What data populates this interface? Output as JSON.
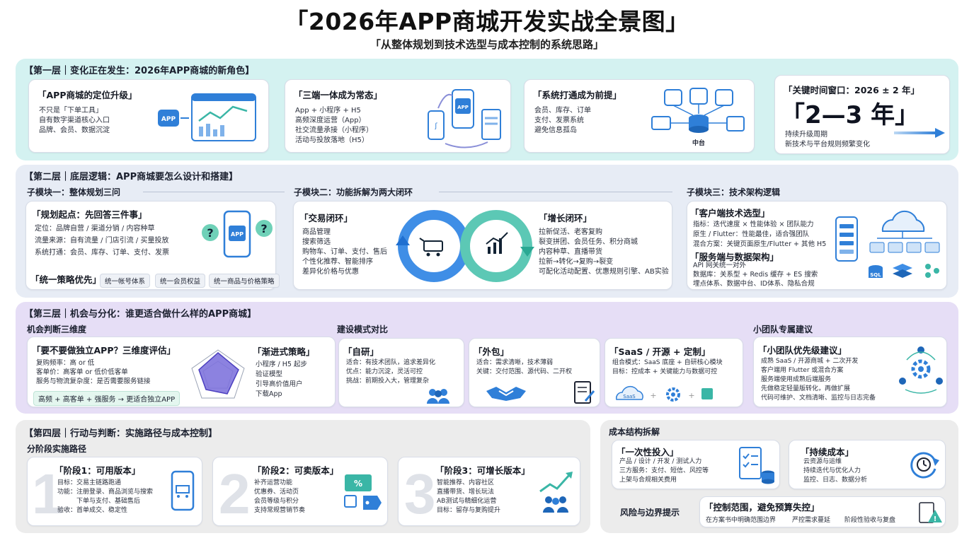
{
  "header": {
    "title": "「2026年APP商城开发实战全景图」",
    "subtitle": "「从整体规划到技术选型与成本控制的系统思路」"
  },
  "layer1": {
    "heading": "【第一层｜变化正在发生：2026年APP商城的新角色】",
    "cards": [
      {
        "title": "「APP商城的定位升级」",
        "lines": [
          "不只是「下单工具」",
          "自有数字渠道核心入口",
          "品牌、会员、数据沉淀"
        ],
        "icon_label": "APP"
      },
      {
        "title": "「三端一体成为常态」",
        "lines": [
          "App + 小程序 + H5",
          "高频深度运营（App）",
          "社交流量承接（小程序）",
          "活动与投放落地（H5）"
        ],
        "icon_label": "APP"
      },
      {
        "title": "「系统打通成为前提」",
        "lines": [
          "会员、库存、订单",
          "支付、发票系统",
          "避免信息孤岛"
        ],
        "icon_label": "中台"
      }
    ],
    "window": {
      "title": "「关键时间窗口：2026 ± 2 年」",
      "big": "「2—3 年」",
      "lines": [
        "持续升级周期",
        "新技术与平台规则频繁变化"
      ]
    }
  },
  "layer2": {
    "heading": "【第二层｜底层逻辑：APP商城要怎么设计和搭建】",
    "modules": [
      "子模块一：整体规划三问",
      "子模块二：功能拆解为两大闭环",
      "子模块三：技术架构逻辑"
    ],
    "plan": {
      "title": "「规划起点：先回答三件事」",
      "lines": [
        "定位：品牌自营 / 渠道分销 / 内容种草",
        "流量来源：自有流量 / 门店引流 / 买量投放",
        "系统打通：会员、库存、订单、支付、发票"
      ],
      "unify_title": "「统一策略优先」",
      "chips": [
        "统一帐号体系",
        "统一会员权益",
        "统一商品与价格策略"
      ],
      "icon_label": "APP"
    },
    "trade": {
      "title": "「交易闭环」",
      "lines": [
        "商品管理",
        "搜索筛选",
        "购物车、订单、支付、售后",
        "个性化推荐、智能排序",
        "差异化价格与优惠"
      ]
    },
    "growth": {
      "title": "「增长闭环」",
      "lines": [
        "拉新促活、老客复购",
        "裂变拼团、会员任务、积分商城",
        "内容种草、直播带货",
        "拉新→转化→复购→裂变",
        "可配化活动配置、优惠规则引擎、AB实验"
      ]
    },
    "tech": {
      "title": "「客户端技术选型」",
      "lines": [
        "指标：迭代速度 × 性能体验 × 团队能力",
        "原生 / Flutter：性能最佳，适合强团队",
        "混合方案：关键页面原生/Flutter + 其他 H5"
      ],
      "title2": "「服务端与数据架构」",
      "lines2": [
        "API 网关统一对外",
        "数据库：关系型 + Redis 缓存 + ES 搜索",
        "埋点体系、数据中台、ID体系、隐私合规"
      ],
      "icon_label": "SQL"
    }
  },
  "layer3": {
    "heading": "【第三层｜机会与分化：谁更适合做什么样的APP商城】",
    "sec1": "机会判断三维度",
    "sec2": "建设模式对比",
    "sec3": "小团队专属建议",
    "eval": {
      "title": "「要不要做独立APP？三维度评估」",
      "lines": [
        "复购频率：高 or 低",
        "客单价：高客单 or 低价低客单",
        "服务与物流复杂度：是否需要服务链接"
      ],
      "result": "高频 + 高客单 + 强服务 → 更适合独立APP"
    },
    "gradual": {
      "title": "「渐进式策略」",
      "lines": [
        "小程序 / H5 起步",
        "验证模型",
        "引导高价值用户",
        "下载App"
      ]
    },
    "self": {
      "title": "「自研」",
      "lines": [
        "适合：有技术团队，追求差异化",
        "优点：能力沉淀，灵活可控",
        "挑战：前期投入大，管理复杂"
      ]
    },
    "outsource": {
      "title": "「外包」",
      "lines": [
        "适合：需求清晰，技术薄弱",
        "关键：交付范围、源代码、二开权"
      ]
    },
    "saas": {
      "title": "「SaaS / 开源 + 定制」",
      "lines": [
        "组合模式：SaaS 底座 + 自研核心模块",
        "目标：控成本 + 关键能力与数据可控"
      ],
      "icon_label": "SaaS"
    },
    "team": {
      "title": "「小团队优先级建议」",
      "lines": [
        "成熟 SaaS / 开源商城 + 二次开发",
        "客户端用 Flutter 或混合方案",
        "服务端使用成熟后端服务",
        "先做稳定轻量版转化，再做扩展",
        "代码可维护、文档清晰、监控与日志完备"
      ]
    }
  },
  "layer4": {
    "heading": "【第四层｜行动与判断：实施路径与成本控制】",
    "sec": "分阶段实施路径",
    "stages": [
      {
        "num": "1",
        "title": "「阶段1：可用版本」",
        "lines": [
          "目标：交易主链路跑通",
          "功能：注册登录、商品浏览与搜索",
          "　　　下单与支付、基础售后",
          "验收：首单成交、稳定性"
        ]
      },
      {
        "num": "2",
        "title": "「阶段2：可卖版本」",
        "lines": [
          "补齐运营功能",
          "优惠券、活动页",
          "会员等级与积分",
          "支持常规营销节奏"
        ]
      },
      {
        "num": "3",
        "title": "「阶段3：可增长版本」",
        "lines": [
          "智能推荐、内容社区",
          "直播带货、增长玩法",
          "AB测试与精细化运营",
          "目标：留存与复购提升"
        ]
      }
    ]
  },
  "cost": {
    "heading": "成本结构拆解",
    "once": {
      "title": "「一次性投入」",
      "lines": [
        "产品 / 设计 / 开发 / 测试人力",
        "三方服务：支付、短信、风控等",
        "上架与合规相关费用"
      ]
    },
    "ongoing": {
      "title": "「持续成本」",
      "lines": [
        "云资源与运维",
        "持续迭代与优化人力",
        "监控、日志、数据分析"
      ]
    },
    "risk_label": "风险与边界提示",
    "risk": {
      "title": "「控制范围，避免预算失控」",
      "chips": [
        "在方案书中明确范围边界",
        "严控需求蔓延",
        "阶段性验收与复盘"
      ]
    }
  },
  "colors": {
    "layer1": "#d4f2f1",
    "layer2": "#e7ecf5",
    "layer3": "#e6def6",
    "layer4": "#ececec",
    "accent": "#2f7fd8",
    "teal": "#3ab6a6"
  }
}
